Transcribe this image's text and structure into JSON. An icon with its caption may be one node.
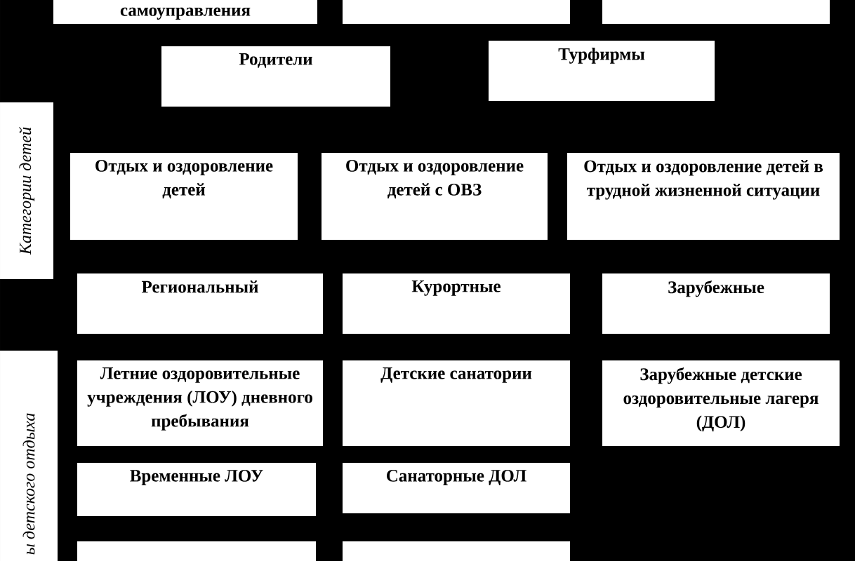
{
  "diagram": {
    "nodes": [
      {
        "text": [
          "самоуправления"
        ]
      },
      {
        "text": [],
        "shape": "box"
      },
      {
        "text": [],
        "shape": "box"
      },
      {
        "text": [
          "Родители"
        ]
      },
      {
        "text": [
          "Турфирмы"
        ]
      },
      {
        "text": [
          "Категории детей"
        ]
      },
      {
        "text": [
          "Отдых и оздоровление детей"
        ]
      },
      {
        "text": [
          "Отдых и оздоровление детей с ОВЗ"
        ]
      },
      {
        "text": [
          "Отдых и оздоровление детей в трудной жизненной ситуации"
        ]
      },
      {
        "text": [
          "Региональный"
        ]
      },
      {
        "text": [
          "Курортные"
        ]
      },
      {
        "text": [
          "Зарубежные"
        ]
      },
      {
        "text": [
          "ы детского отдыха"
        ]
      },
      {
        "text": [
          "Летние оздоровительные учреждения (ЛОУ) дневного пребывания"
        ]
      },
      {
        "text": [
          "Детские санатории"
        ]
      },
      {
        "text": [
          "Зарубежные детские оздоровительные лагеря (ДОЛ)"
        ]
      },
      {
        "text": [
          "Временные ЛОУ"
        ]
      },
      {
        "text": [
          "Санаторные ДОЛ"
        ]
      },
      {
        "text": [],
        "shape": "box"
      },
      {
        "text": [],
        "shape": "box"
      }
    ]
  }
}
